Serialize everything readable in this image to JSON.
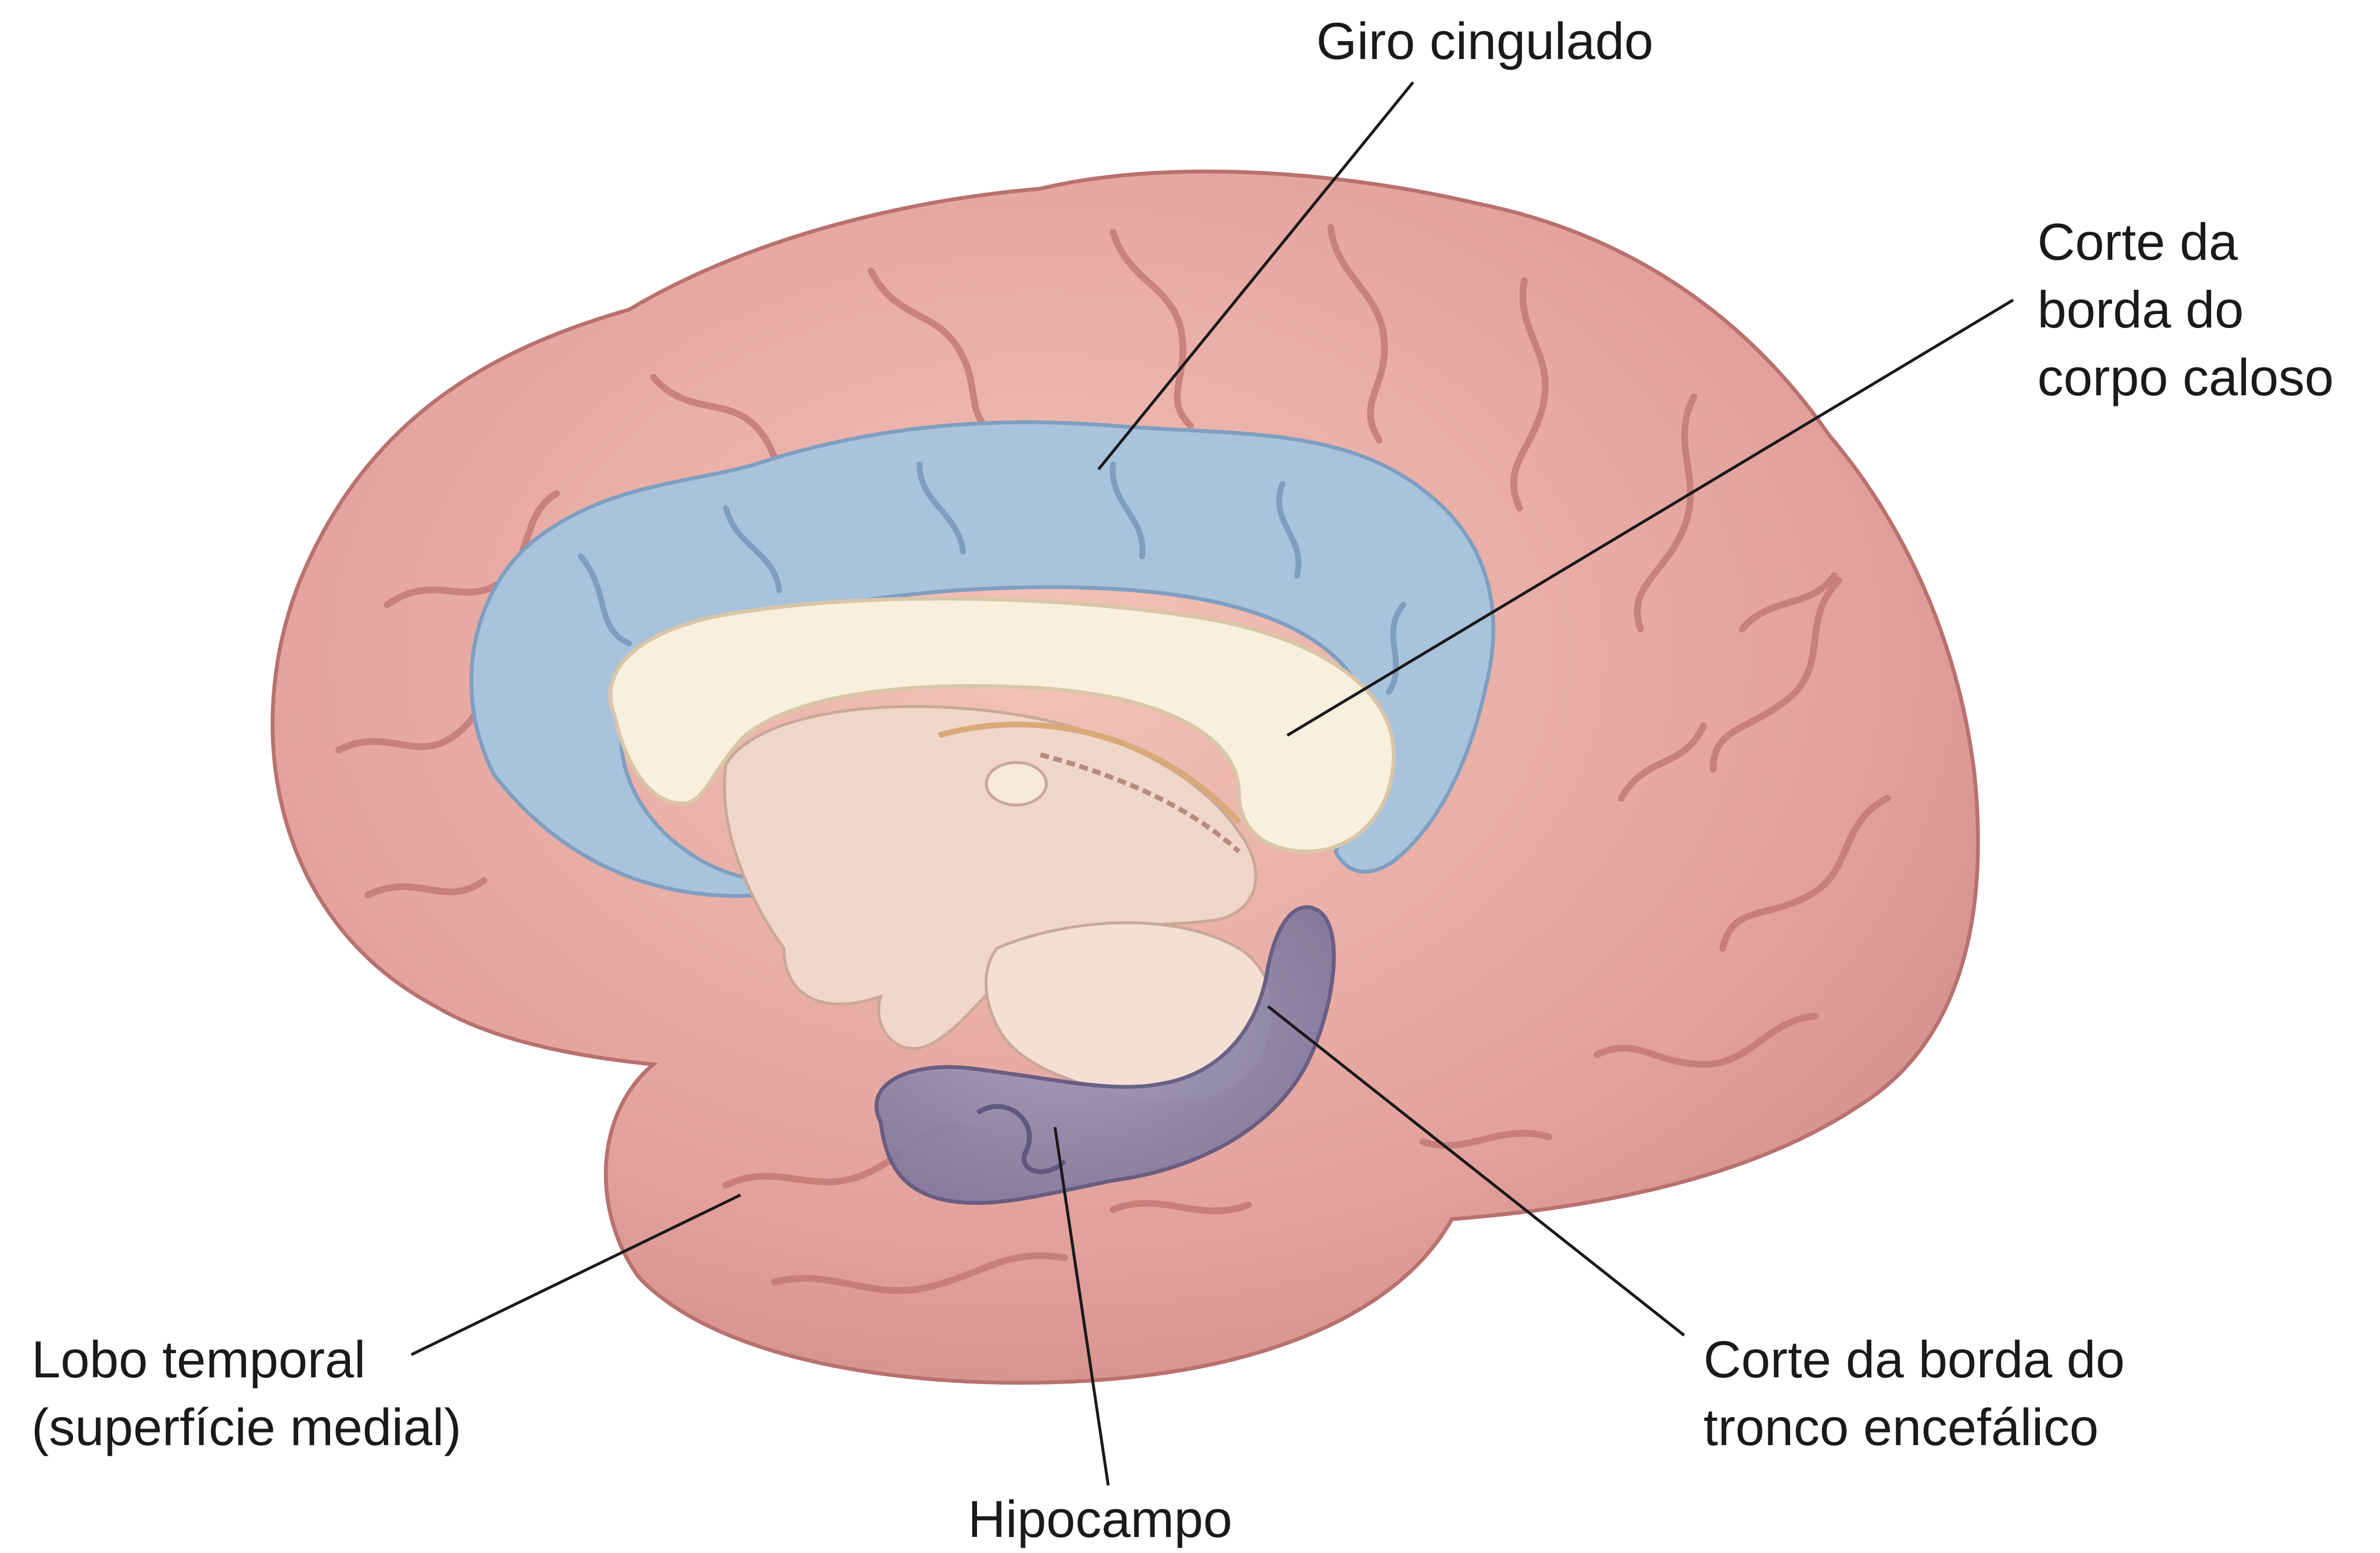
{
  "labels": {
    "giro_cingulado": "Giro cingulado",
    "corte_corpo_caloso": [
      "Corte da",
      "borda do",
      "corpo caloso"
    ],
    "lobo_temporal": [
      "Lobo temporal",
      "(superfície medial)"
    ],
    "hipocampo": "Hipocampo",
    "corte_tronco": [
      "Corte da borda do",
      "tronco encefálico"
    ]
  },
  "colors": {
    "cortex": "#e7a6a0",
    "cortex_shadow": "#c97d7a",
    "cingulate": "#a9c3dd",
    "corpus_callosum": "#f8efdd",
    "diencephalon": "#efd6c8",
    "hippocampus": "#8d86a8",
    "leader_line": "#1a1a1a"
  }
}
